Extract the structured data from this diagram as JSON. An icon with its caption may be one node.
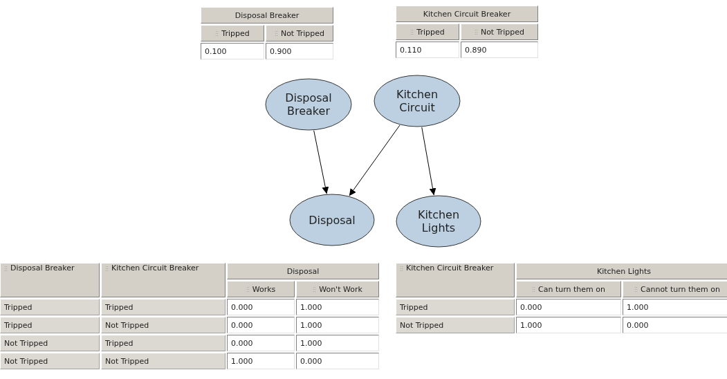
{
  "diagram": {
    "nodes": [
      {
        "text": [
          "Disposal Breaker"
        ]
      },
      {
        "text": [
          "Kitchen Circuit"
        ]
      },
      {
        "text": [
          "Disposal"
        ]
      },
      {
        "text": [
          "Kitchen Lights"
        ]
      }
    ],
    "edges": [
      {
        "from": 0,
        "to": 2,
        "arrow": "to"
      },
      {
        "from": 1,
        "to": 2,
        "arrow": "to"
      },
      {
        "from": 1,
        "to": 3,
        "arrow": "to"
      }
    ],
    "labels": [
      "Disposal Breaker",
      "Tripped",
      "Not Tripped",
      "0.100",
      "0.900",
      "Kitchen Circuit Breaker",
      "Tripped",
      "Not Tripped",
      "0.110",
      "0.890",
      "Disposal Breaker",
      "Kitchen Circuit Breaker",
      "Disposal",
      "Works",
      "Won't Work",
      "Tripped",
      "Tripped",
      "0.000",
      "1.000",
      "Tripped",
      "Not Tripped",
      "0.000",
      "1.000",
      "Not Tripped",
      "Tripped",
      "0.000",
      "1.000",
      "Not Tripped",
      "Not Tripped",
      "1.000",
      "0.000",
      "Kitchen Circuit Breaker",
      "Kitchen Lights",
      "Can turn them on",
      "Cannot turn them on",
      "Tripped",
      "0.000",
      "1.000",
      "Not Tripped",
      "1.000",
      "0.000"
    ]
  }
}
